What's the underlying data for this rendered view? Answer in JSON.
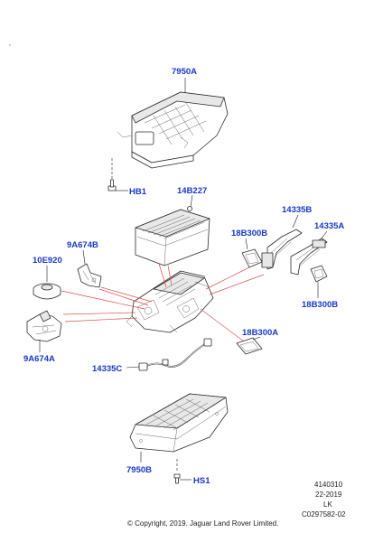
{
  "callouts": {
    "c7950A": "7950A",
    "cHB1": "HB1",
    "c14B227": "14B227",
    "c14335B": "14335B",
    "c14335A": "14335A",
    "c18B300B_top": "18B300B",
    "c18B300B_bottom": "18B300B",
    "c9A674B": "9A674B",
    "c10E920": "10E920",
    "c9A674A": "9A674A",
    "c18B300A": "18B300A",
    "c14335C": "14335C",
    "c7950B": "7950B",
    "cHS1": "HS1"
  },
  "footer": {
    "ref1": "4140310",
    "ref2": "22-2019",
    "ref3": "LK",
    "ref4": "C0297582-02",
    "copyright": "© Copyright, 2019. Jaguar Land Rover Limited."
  },
  "colors": {
    "callout": "#1a37c9",
    "leader_red": "#e14a4a",
    "outline": "#2b2b2b"
  }
}
